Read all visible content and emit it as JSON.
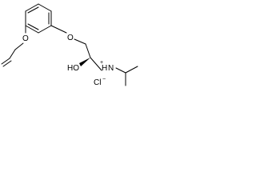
{
  "molecule": {
    "atoms": {
      "ether_o1": "O",
      "ether_o2": "O",
      "hydroxyl": "HO",
      "amine_n": "N",
      "amine_h": "H",
      "amine_charge": "+",
      "chloride": "Cl",
      "chloride_charge": "−"
    },
    "stereo": "wedge-bond"
  }
}
